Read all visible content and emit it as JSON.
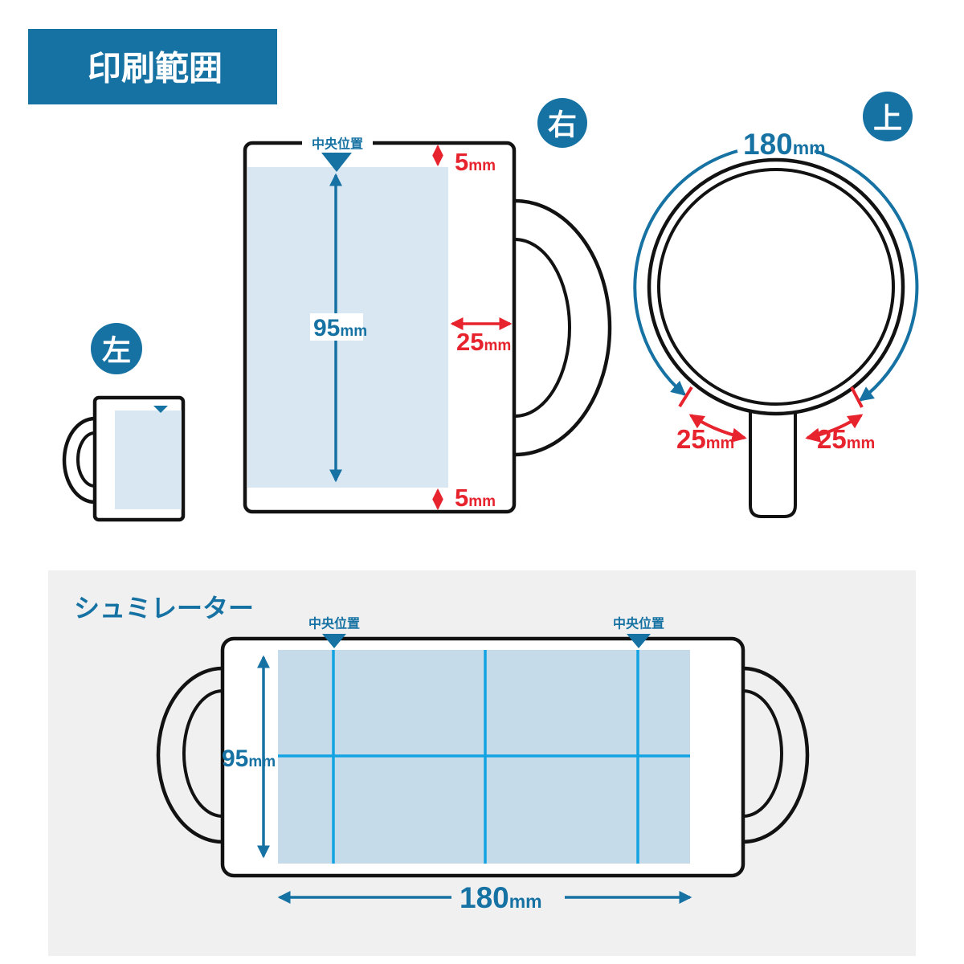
{
  "colors": {
    "accent": "#1672a3",
    "cyan": "#13a3e3",
    "red": "#e7232e",
    "ink": "#121212",
    "print_fill": "#d8e7f1",
    "sim_print_fill": "#c6dbe9",
    "panel": "#f0f0f1"
  },
  "header": {
    "title": "印刷範囲"
  },
  "views": {
    "left": {
      "badge": "左"
    },
    "right": {
      "badge": "右",
      "center_label": "中央位置",
      "print_height": {
        "value": "95",
        "unit": "mm"
      },
      "top_margin": {
        "value": "5",
        "unit": "mm"
      },
      "handle_margin": {
        "value": "25",
        "unit": "mm"
      },
      "bottom_margin": {
        "value": "5",
        "unit": "mm"
      }
    },
    "top": {
      "badge": "上",
      "circumference": {
        "value": "180",
        "unit": "mm"
      },
      "left_handle_gap": {
        "value": "25",
        "unit": "mm"
      },
      "right_handle_gap": {
        "value": "25",
        "unit": "mm"
      }
    }
  },
  "simulator": {
    "title": "シュミレーター",
    "center_label_left": "中央位置",
    "center_label_right": "中央位置",
    "print_height": {
      "value": "95",
      "unit": "mm"
    },
    "print_width": {
      "value": "180",
      "unit": "mm"
    }
  }
}
